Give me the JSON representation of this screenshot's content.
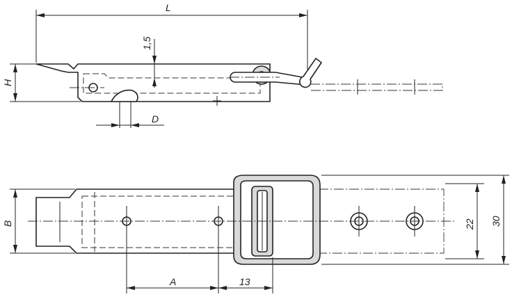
{
  "dimensions": {
    "L": "L",
    "thickness": "1,5",
    "H": "H",
    "D": "D",
    "B": "B",
    "A": "A",
    "offset": "13",
    "inner_width": "22",
    "outer_width": "30"
  },
  "colors": {
    "line": "#222222",
    "part_fill": "#d9d9d9",
    "background": "#ffffff"
  }
}
